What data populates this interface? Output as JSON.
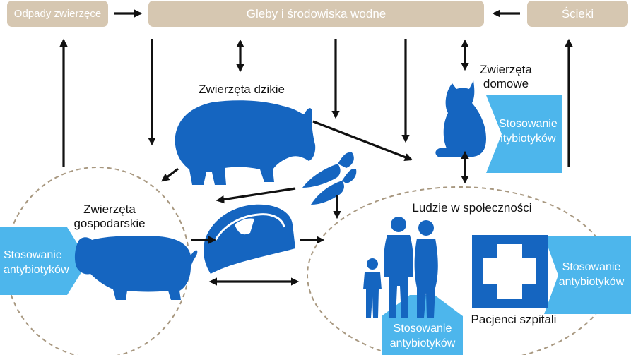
{
  "boxes": {
    "animal_waste": "Odpady zwierzęce",
    "soils_water": "Gleby i środowiska wodne",
    "sewage": "Ścieki"
  },
  "nodes": {
    "wild_animals": "Zwierzęta dzikie",
    "pets_line1": "Zwierzęta",
    "pets_line2": "domowe",
    "farm_line1": "Zwierzęta",
    "farm_line2": "gospodarskie",
    "community": "Ludzie w społeczności",
    "hospital_patients": "Pacjenci szpitali"
  },
  "antibiotics_tag": {
    "line1": "Stosowanie",
    "line2": "antybiotyków"
  },
  "colors": {
    "box": "#d6c7b1",
    "silhouette": "#1565c0",
    "tag": "#4db6ec",
    "hospital": "#1565c0",
    "arrow": "#111111",
    "circle": "#a89880"
  },
  "icons": [
    "boar-icon",
    "cat-icon",
    "pig-icon",
    "meat-icon",
    "carrot-icon",
    "family-icon",
    "hospital-cross-icon"
  ]
}
